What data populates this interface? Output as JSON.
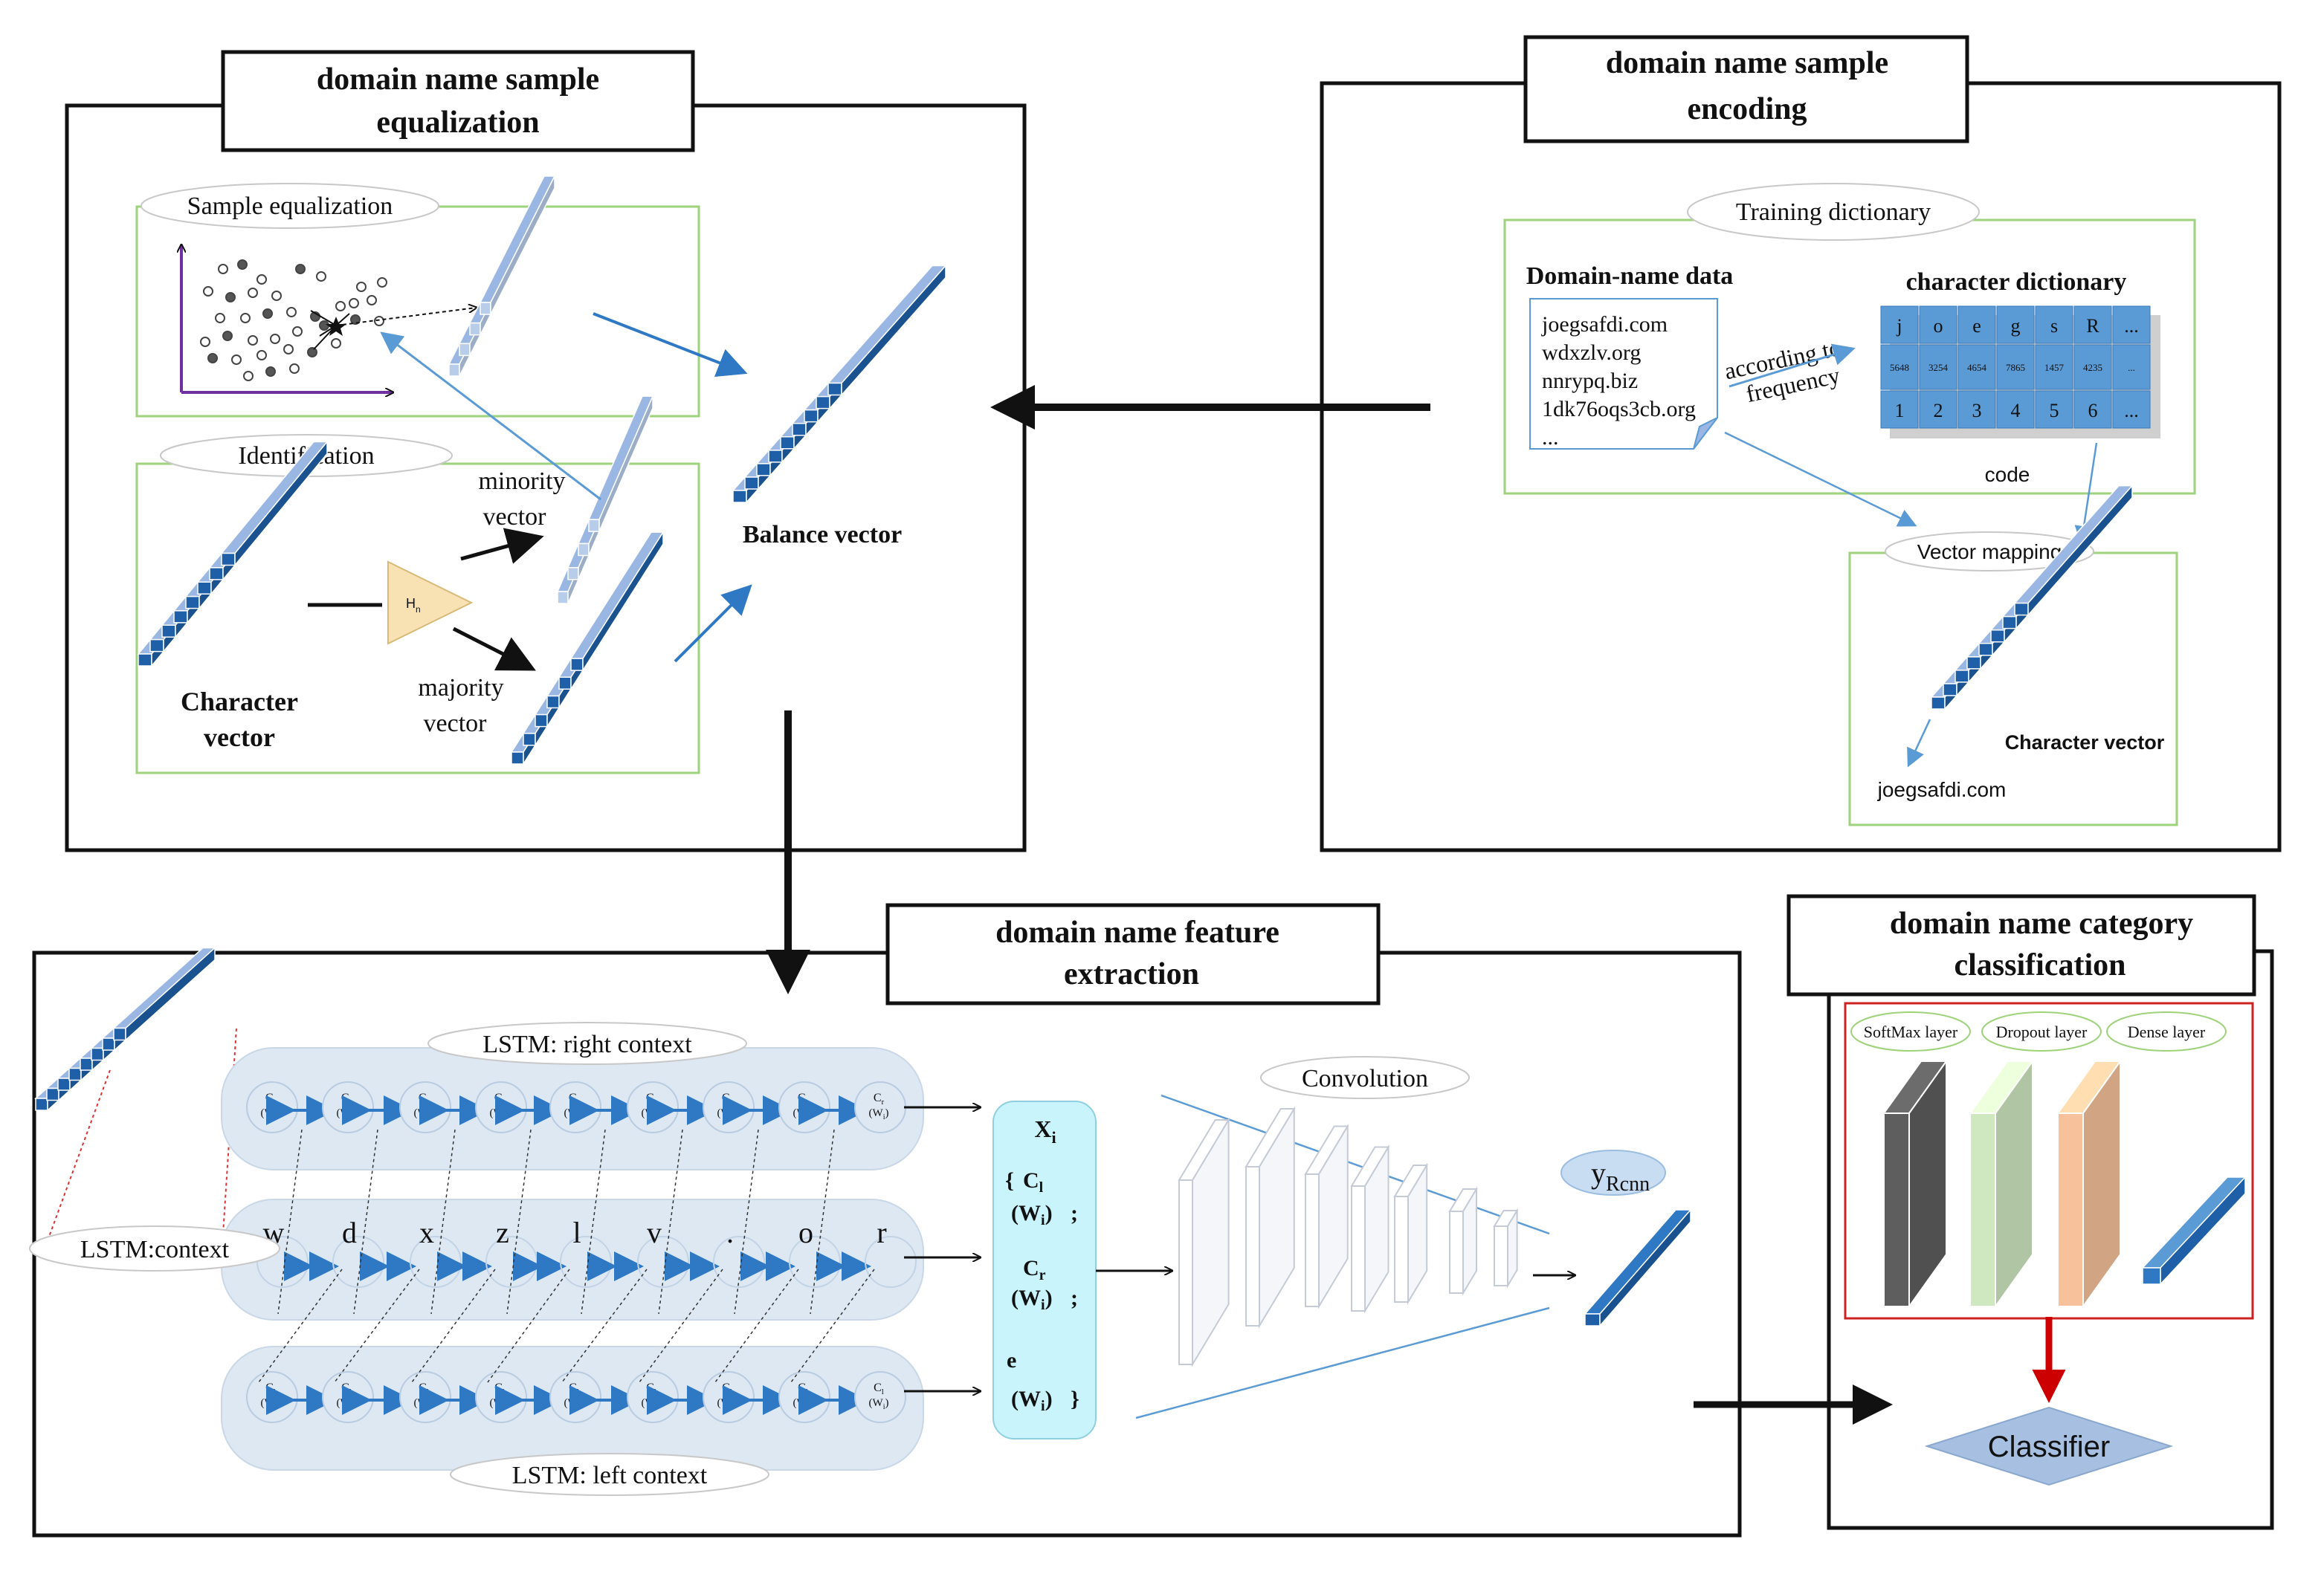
{
  "colors": {
    "frame": "#111111",
    "green_border": "#9ed27c",
    "blue_vector": "#2f78c4",
    "light_vector": "#9ab7e3",
    "arrow_blue": "#2f78c4",
    "lstm_fill": "#dde8f3",
    "xi_fill": "#c9f4fb",
    "red_box": "#cc2222",
    "softmax": "#5e5e5e",
    "dropout": "#cfe8c0",
    "dense": "#f6c19b",
    "classifier": "#a7c0e1"
  },
  "equalization": {
    "title_line1": "domain name sample",
    "title_line2": "equalization",
    "sample_equalization_label": "Sample equalization",
    "identification_label": "Identification",
    "minority_line1": "minority",
    "minority_line2": "vector",
    "majority_line1": "majority",
    "majority_line2": "vector",
    "character_line1": "Character",
    "character_line2": "vector",
    "hn_label": "H",
    "hn_sub": "n",
    "balance_label": "Balance vector"
  },
  "encoding": {
    "title_line1": "domain name sample",
    "title_line2": "encoding",
    "training_dictionary": "Training dictionary",
    "domain_data_title": "Domain-name data",
    "domains": [
      "joegsafdi.com",
      "wdxzlv.org",
      "nnrypq.biz",
      "1dk76oqs3cb.org",
      "..."
    ],
    "according_line1": "according to",
    "according_line2": "frequency",
    "char_dict_title": "character dictionary",
    "dict_chars": [
      "j",
      "o",
      "e",
      "g",
      "s",
      "R",
      "..."
    ],
    "dict_freqs": [
      "5648",
      "3254",
      "4654",
      "7865",
      "1457",
      "4235",
      "..."
    ],
    "dict_codes": [
      "1",
      "2",
      "3",
      "4",
      "5",
      "6",
      "..."
    ],
    "code_label": "code",
    "vector_mapping_label": "Vector mapping",
    "character_vector_label": "Character vector",
    "example_domain": "joegsafdi.com"
  },
  "feature": {
    "title_line1": "domain name feature",
    "title_line2": "extraction",
    "lstm_right": "LSTM: right context",
    "lstm_left": "LSTM: left context",
    "lstm_context": "LSTM:context",
    "chars": [
      "w",
      "d",
      "x",
      "z",
      "l",
      "v",
      ".",
      "o",
      "r"
    ],
    "ctx_top": "C",
    "ctx_sub": "r",
    "ctx_w": "(W",
    "ctx_w_sub": "i",
    "ctx_w_end": ")",
    "ctx_left_sub": "l",
    "xi_label": "X",
    "xi_sub": "i",
    "brace_open": "{",
    "cl_label": "C",
    "cl_sub": "l",
    "cr_label": "C",
    "cr_sub": "r",
    "e_label": "e",
    "w_label": "(W",
    "w_sub": "i",
    "w_end": ")",
    "semicolon": ";",
    "brace_close": "}",
    "convolution_label": "Convolution",
    "y_label": "y",
    "y_sub": "Rcnn"
  },
  "classification": {
    "title_line1": "domain name category",
    "title_line2": "classification",
    "softmax_label": "SoftMax layer",
    "dropout_label": "Dropout layer",
    "dense_label": "Dense layer",
    "classifier_label": "Classifier"
  }
}
